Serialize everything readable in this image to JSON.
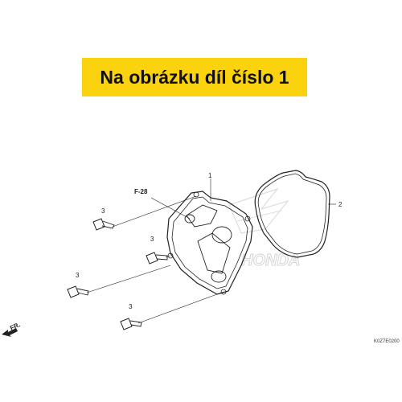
{
  "banner": {
    "text": "Na obrázku díl číslo 1"
  },
  "callouts": {
    "part1": "1",
    "part2": "2",
    "bolt_a": "3",
    "bolt_b": "3",
    "bolt_c": "3",
    "bolt_d": "3",
    "ref": "F-28"
  },
  "direction": {
    "label": "FR."
  },
  "diagram_code": "K0Z7E0200",
  "watermark": {
    "text": "HONDA"
  },
  "colors": {
    "banner_bg": "#fbd20e",
    "line": "#222222",
    "watermark": "#d4d4d4"
  }
}
